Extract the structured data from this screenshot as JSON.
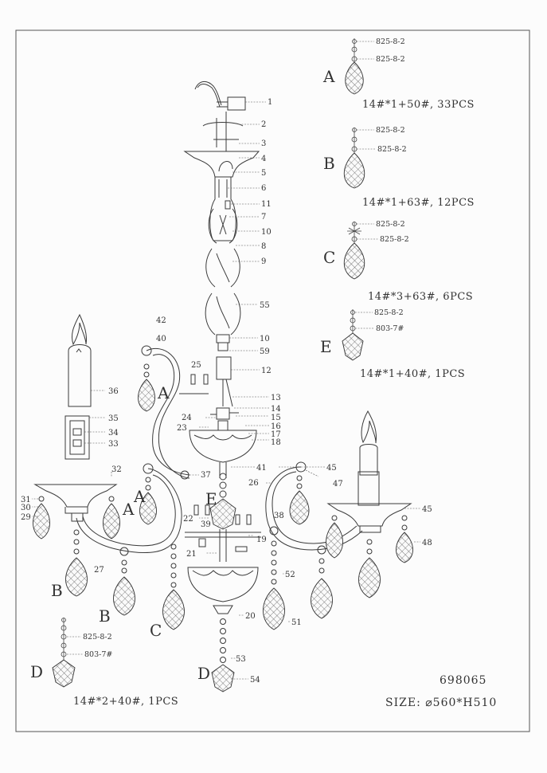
{
  "model": "698065",
  "size": "SIZE: ⌀560*H510",
  "callouts": [
    "1",
    "2",
    "3",
    "4",
    "5",
    "6",
    "11",
    "7",
    "10",
    "8",
    "9",
    "55",
    "10",
    "59",
    "12",
    "42",
    "40",
    "25",
    "36",
    "35",
    "34",
    "33",
    "13",
    "14",
    "15",
    "23",
    "24",
    "16",
    "17",
    "18",
    "32",
    "37",
    "41",
    "45",
    "47",
    "26",
    "31",
    "30",
    "29",
    "22",
    "39",
    "38",
    "45",
    "48",
    "21",
    "19",
    "27",
    "52",
    "20",
    "51",
    "53",
    "54"
  ],
  "legend": {
    "A": {
      "letter": "A",
      "part1": "825-8-2",
      "part2": "825-8-2",
      "spec": "14#*1+50#, 33PCS"
    },
    "B": {
      "letter": "B",
      "part1": "825-8-2",
      "part2": "825-8-2",
      "spec": "14#*1+63#, 12PCS"
    },
    "C": {
      "letter": "C",
      "part1": "825-8-2",
      "part2": "825-8-2",
      "spec": "14#*3+63#, 6PCS"
    },
    "E": {
      "letter": "E",
      "part1": "825-8-2",
      "part2": "803-7#",
      "spec": "14#*1+40#, 1PCS"
    },
    "D": {
      "letter": "D",
      "part1": "825-8-2",
      "part2": "803-7#",
      "spec": "14#*2+40#, 1PCS"
    }
  },
  "drawing_letters": [
    "A",
    "A",
    "E",
    "A",
    "B",
    "B",
    "C",
    "D"
  ]
}
